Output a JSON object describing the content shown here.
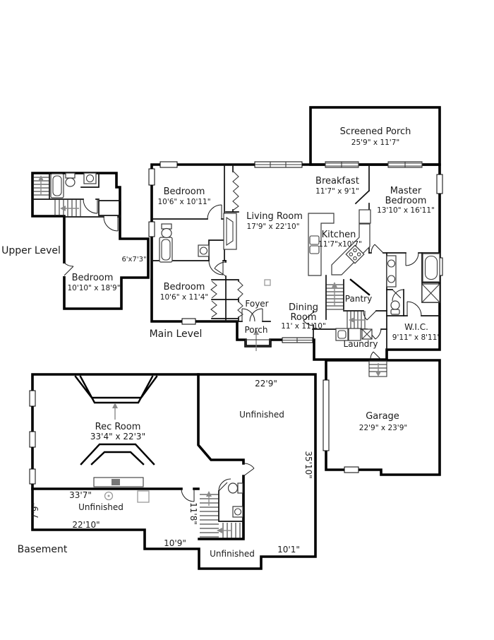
{
  "plan": {
    "levels": {
      "upper": "Upper Level",
      "main": "Main Level",
      "basement": "Basement"
    },
    "rooms": {
      "screened_porch": {
        "name": "Screened Porch",
        "dims": "25'9\" x 11'7\""
      },
      "breakfast": {
        "name": "Breakfast",
        "dims": "11'7\" x 9'1\""
      },
      "master_bedroom": {
        "line1": "Master",
        "line2": "Bedroom",
        "dims": "13'10\" x 16'11\""
      },
      "bedroom_front": {
        "name": "Bedroom",
        "dims": "10'6\" x 10'11\""
      },
      "living_room": {
        "name": "Living Room",
        "dims": "17'9\" x 22'10\""
      },
      "kitchen": {
        "name": "Kitchen",
        "dims": "11'7\"x10'7\""
      },
      "bedroom_back": {
        "name": "Bedroom",
        "dims": "10'6\" x 11'4\""
      },
      "upper_bedroom": {
        "name": "Bedroom",
        "dims": "10'10\" x 18'9\""
      },
      "upper_closet_dims": "6'x7'3\"",
      "foyer": {
        "name": "Foyer"
      },
      "dining_room": {
        "line1": "Dining",
        "line2": "Room",
        "dims": "11' x 11'10\""
      },
      "pantry": {
        "name": "Pantry"
      },
      "laundry": {
        "name": "Laundry"
      },
      "porch": {
        "name": "Porch"
      },
      "wic": {
        "name": "W.I.C.",
        "dims": "9'11\" x 8'11\""
      },
      "garage": {
        "name": "Garage",
        "dims": "22'9\" x 23'9\""
      },
      "rec_room": {
        "name": "Rec Room",
        "dims": "33'4\" x 22'3\""
      },
      "unfinished_upper_right": "Unfinished",
      "unfinished_left": "Unfinished",
      "unfinished_bottom": "Unfinished"
    },
    "measurements": {
      "d22_9": "22'9\"",
      "d35_10": "35'10\"",
      "d33_7": "33'7\"",
      "d7_9": "7'9\"",
      "d22_10": "22'10\"",
      "d11_8": "11'8\"",
      "d10_9": "10'9\"",
      "d10_1": "10'1\""
    }
  }
}
